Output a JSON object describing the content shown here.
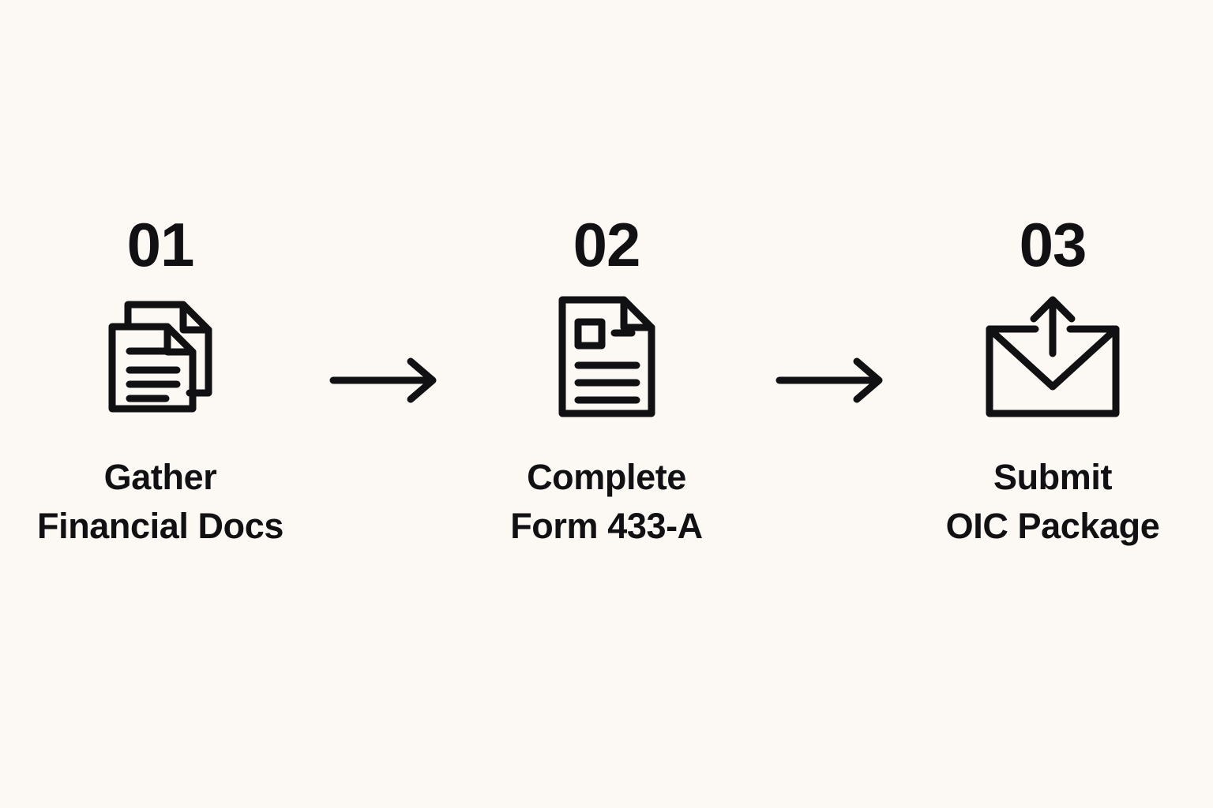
{
  "theme": {
    "background": "#FCF8F4",
    "ink": "#111114"
  },
  "diagram": {
    "type": "process-flow",
    "orientation": "horizontal",
    "step_count": 3,
    "steps": [
      {
        "number": "01",
        "icon": "documents-stack-icon",
        "label_line1": "Gather",
        "label_line2": "Financial Docs"
      },
      {
        "number": "02",
        "icon": "form-document-icon",
        "label_line1": "Complete",
        "label_line2": "Form 433-A"
      },
      {
        "number": "03",
        "icon": "envelope-upload-icon",
        "label_line1": "Submit",
        "label_line2": "OIC Package"
      }
    ],
    "connectors": [
      {
        "icon": "arrow-right-icon"
      },
      {
        "icon": "arrow-right-icon"
      }
    ]
  }
}
